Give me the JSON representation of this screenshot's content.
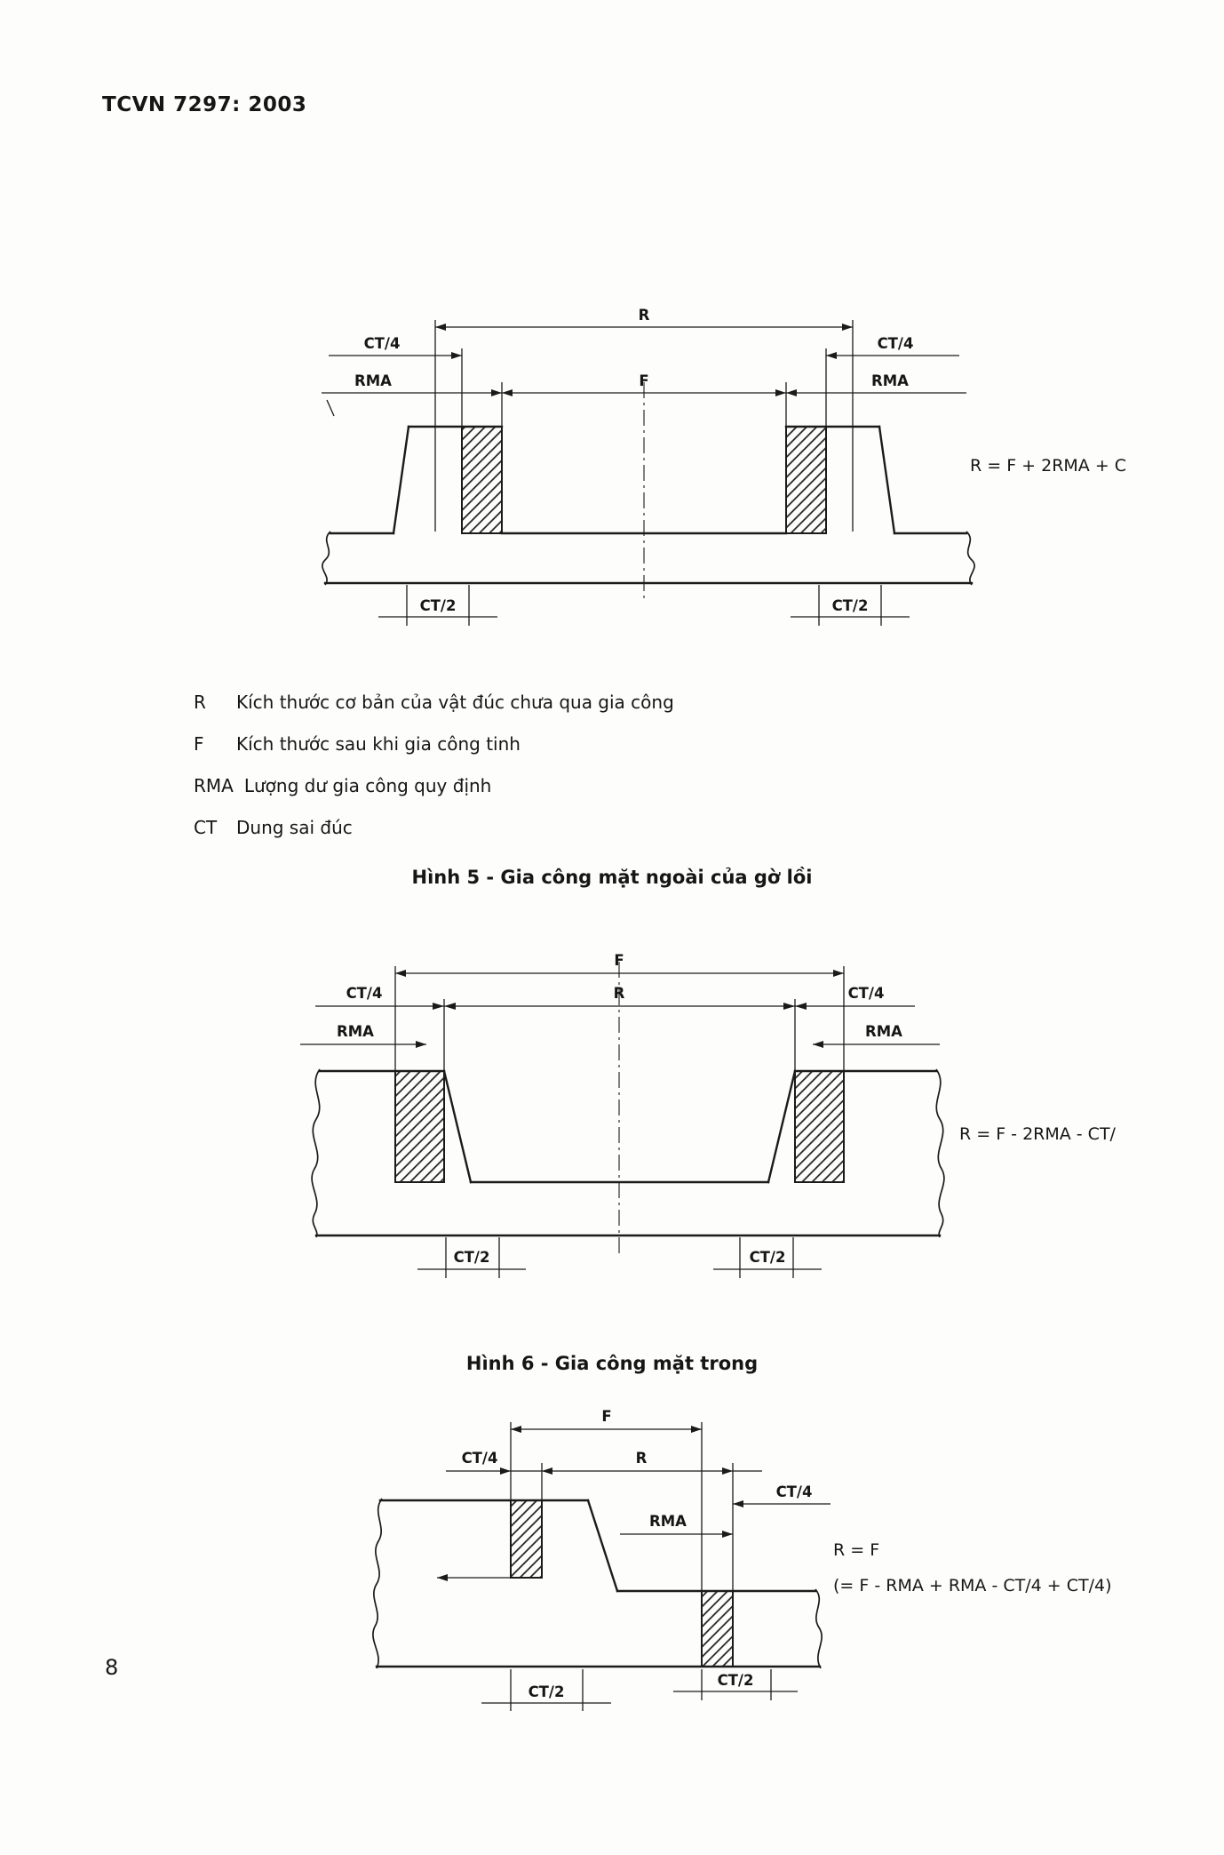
{
  "page": {
    "header": "TCVN 7297: 2003",
    "page_number": "8"
  },
  "dims": {
    "r": "R",
    "f": "F",
    "rma": "RMA",
    "ct4": "CT/4",
    "ct2": "CT/2"
  },
  "figure5": {
    "formula": "R = F + 2RMA + C",
    "caption": "Hình 5 - Gia công mặt ngoài của gờ lồi"
  },
  "legend": {
    "items": [
      {
        "symbol": "R",
        "text": "Kích thước cơ bản của vật đúc chưa qua gia công"
      },
      {
        "symbol": "F",
        "text": "Kích thước sau khi gia công tinh"
      },
      {
        "symbol": "RMA",
        "text": "Lượng dư gia công quy định"
      },
      {
        "symbol": "CT",
        "text": "Dung sai đúc"
      }
    ]
  },
  "figure6": {
    "formula": "R = F - 2RMA - CT/",
    "caption": "Hình 6 - Gia công mặt trong"
  },
  "figure7": {
    "formula_line1": "R = F",
    "formula_line2": "(= F - RMA + RMA - CT/4 + CT/4)"
  }
}
